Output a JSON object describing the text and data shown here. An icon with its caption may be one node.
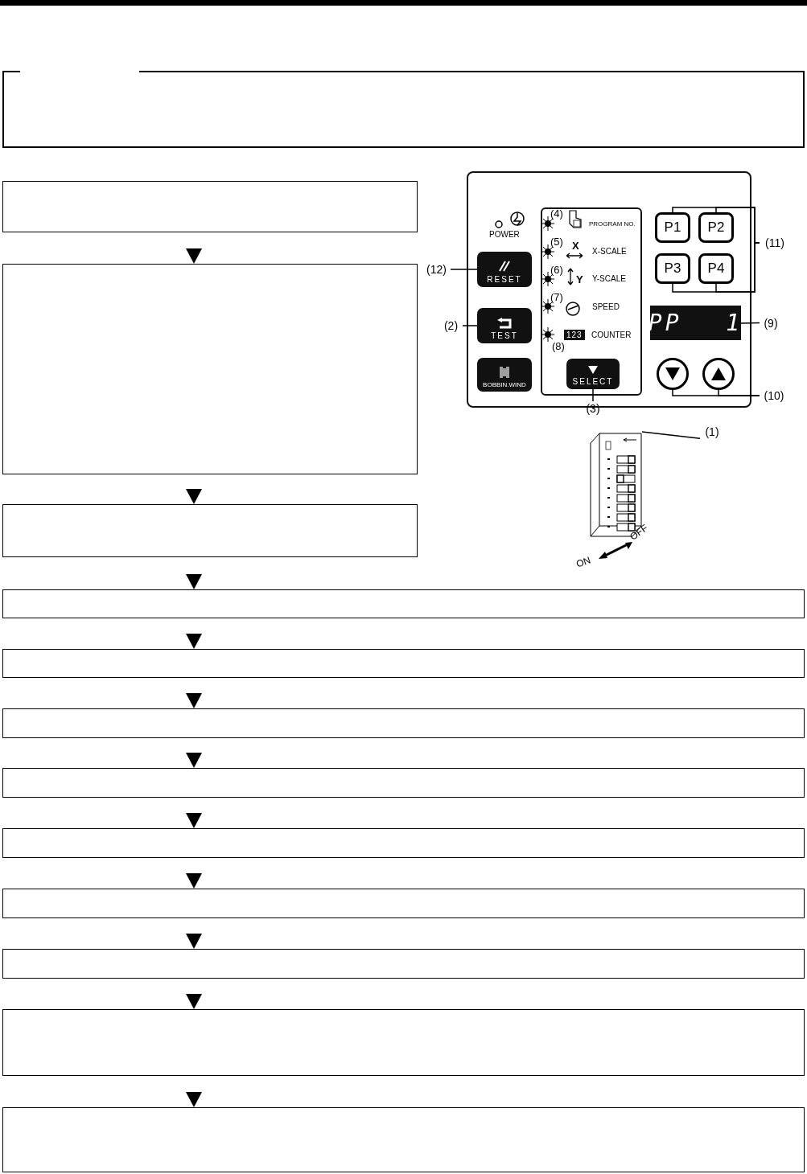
{
  "diagram": {
    "nodes": [
      {
        "text": [],
        "shape": "box"
      },
      {
        "text": [],
        "shape": "box"
      },
      {
        "text": [],
        "shape": "box"
      },
      {
        "text": [],
        "shape": "box"
      },
      {
        "text": [],
        "shape": "box"
      },
      {
        "text": [
          "RESET"
        ],
        "in": 4
      },
      {
        "text": [
          "TEST"
        ],
        "in": 4
      },
      {
        "text": [
          "BOBBIN.WIND"
        ],
        "in": 4
      },
      {
        "text": [],
        "shape": "box",
        "in": 4
      },
      {
        "text": [
          "SELECT"
        ],
        "in": 8
      },
      {
        "text": [
          "P1"
        ],
        "in": 4
      },
      {
        "text": [
          "P2"
        ],
        "in": 4
      },
      {
        "text": [
          "P3"
        ],
        "in": 4
      },
      {
        "text": [
          "P4"
        ],
        "in": 4
      },
      {
        "text": [
          "PP 1"
        ],
        "in": 4
      },
      {
        "text": [],
        "shape": "circle",
        "in": 4
      },
      {
        "text": [],
        "shape": "circle",
        "in": 4
      },
      {
        "text": [],
        "shape": "picture"
      },
      {
        "text": [
          "(12)"
        ]
      },
      {
        "text": [
          "(2)"
        ]
      },
      {
        "text": [
          "(3)"
        ]
      },
      {
        "text": [
          "(1)"
        ]
      },
      {
        "text": [
          "(9)"
        ]
      },
      {
        "text": [
          "(10)"
        ]
      },
      {
        "text": [
          "(11)"
        ]
      },
      {
        "text": [],
        "shape": "box"
      },
      {
        "text": [],
        "shape": "box"
      },
      {
        "text": [],
        "shape": "box"
      },
      {
        "text": [],
        "shape": "box"
      },
      {
        "text": [],
        "shape": "box"
      },
      {
        "text": [],
        "shape": "box"
      },
      {
        "text": [],
        "shape": "box"
      },
      {
        "text": [],
        "shape": "box"
      },
      {
        "text": [],
        "shape": "box"
      }
    ],
    "edges": [
      {
        "from": 1,
        "to": 2,
        "arrow": "to"
      },
      {
        "from": 2,
        "to": 3,
        "arrow": "to"
      },
      {
        "from": 3,
        "to": 25,
        "arrow": "to"
      },
      {
        "from": 25,
        "to": 26,
        "arrow": "to"
      },
      {
        "from": 26,
        "to": 27,
        "arrow": "to"
      },
      {
        "from": 27,
        "to": 28,
        "arrow": "to"
      },
      {
        "from": 28,
        "to": 29,
        "arrow": "to"
      },
      {
        "from": 29,
        "to": 30,
        "arrow": "to"
      },
      {
        "from": 30,
        "to": 31,
        "arrow": "to"
      },
      {
        "from": 31,
        "to": 32,
        "arrow": "to"
      },
      {
        "from": 32,
        "to": 33,
        "arrow": "to"
      },
      {
        "from": 18,
        "to": 5,
        "arrow": "none"
      },
      {
        "from": 19,
        "to": 6,
        "arrow": "none"
      },
      {
        "from": 20,
        "to": 9,
        "arrow": "none"
      },
      {
        "from": 21,
        "to": 17,
        "arrow": "none"
      },
      {
        "from": 22,
        "to": 14,
        "arrow": "none"
      },
      {
        "from": 23,
        "to": 15,
        "arrow": "none"
      },
      {
        "from": 23,
        "to": 16,
        "arrow": "none"
      },
      {
        "from": 24,
        "to": 10,
        "arrow": "none"
      },
      {
        "from": 24,
        "to": 11,
        "arrow": "none"
      },
      {
        "from": 24,
        "to": 12,
        "arrow": "none"
      },
      {
        "from": 24,
        "to": 13,
        "arrow": "none"
      }
    ],
    "labels": [
      "POWER",
      "(4)",
      "PROGRAM NO.",
      "(5)",
      "X",
      "X-SCALE",
      "(6)",
      "Y",
      "Y-SCALE",
      "(7)",
      "SPEED",
      "123",
      "COUNTER",
      "(8)",
      "ON",
      "OFF"
    ]
  }
}
